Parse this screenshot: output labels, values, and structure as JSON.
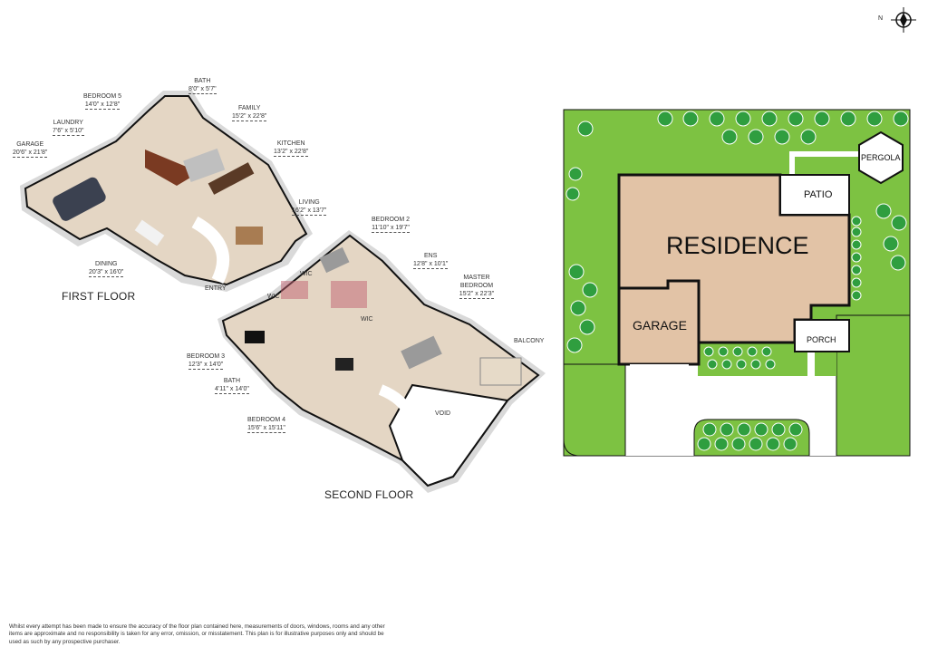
{
  "compass": {
    "north_label": "N"
  },
  "first_floor": {
    "title": "FIRST FLOOR",
    "rooms": [
      {
        "name": "GARAGE",
        "dims": "20'6\" x 21'8\""
      },
      {
        "name": "LAUNDRY",
        "dims": "7'6\" x 5'10\""
      },
      {
        "name": "BEDROOM 5",
        "dims": "14'0\" x 12'8\""
      },
      {
        "name": "BATH",
        "dims": "8'0\" x 5'7\""
      },
      {
        "name": "FAMILY",
        "dims": "15'2\" x 22'8\""
      },
      {
        "name": "KITCHEN",
        "dims": "13'2\" x 22'8\""
      },
      {
        "name": "LIVING",
        "dims": "16'2\" x 13'7\""
      },
      {
        "name": "DINING",
        "dims": "20'3\" x 16'0\""
      },
      {
        "name": "ENTRY",
        "dims": ""
      }
    ]
  },
  "second_floor": {
    "title": "SECOND FLOOR",
    "rooms": [
      {
        "name": "BEDROOM 2",
        "dims": "11'10\" x 19'7\""
      },
      {
        "name": "ENS",
        "dims": "12'8\" x 10'1\""
      },
      {
        "name": "MASTER BEDROOM",
        "dims": "15'2\" x 22'3\""
      },
      {
        "name": "BALCONY",
        "dims": ""
      },
      {
        "name": "WIC",
        "dims": ""
      },
      {
        "name": "WIC",
        "dims": ""
      },
      {
        "name": "WIC",
        "dims": ""
      },
      {
        "name": "BEDROOM 3",
        "dims": "12'3\" x 14'0\""
      },
      {
        "name": "BATH",
        "dims": "4'11\" x 14'0\""
      },
      {
        "name": "BEDROOM 4",
        "dims": "15'6\" x 15'11\""
      },
      {
        "name": "VOID",
        "dims": ""
      }
    ]
  },
  "site_plan": {
    "residence": "RESIDENCE",
    "garage": "GARAGE",
    "patio": "PATIO",
    "pergola": "PERGOLA",
    "porch": "PORCH",
    "colors": {
      "lawn": "#7dc242",
      "residence": "#e2c3a6",
      "tree": "#2f9e3f",
      "outline": "#111111"
    }
  },
  "disclaimer": "Whilst every attempt has been made to ensure the accuracy of the floor plan contained here, measurements of doors, windows, rooms and any other items are approximate and no responsibility is taken for any error, omission, or misstatement. This plan is for illustrative purposes only and should be used as such by any prospective purchaser."
}
